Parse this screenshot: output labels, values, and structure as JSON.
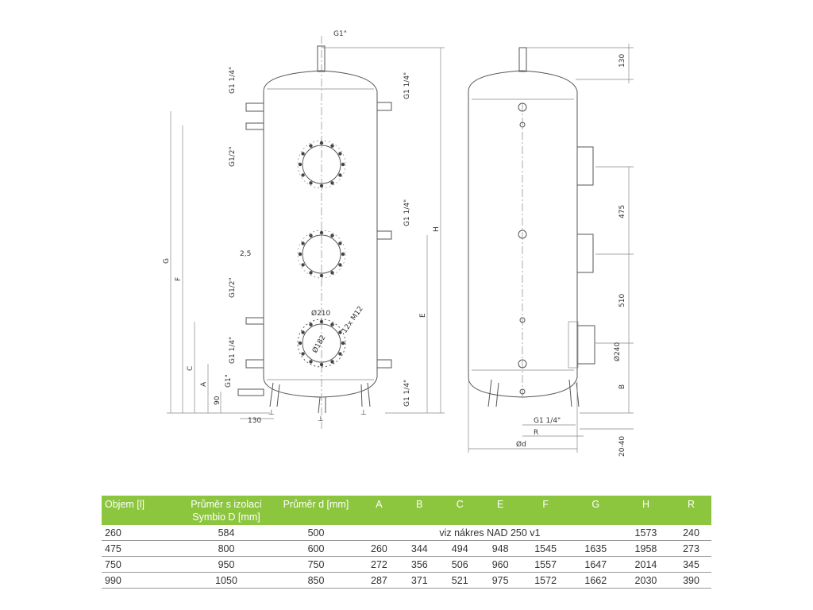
{
  "drawing": {
    "left_view": {
      "labels": {
        "g1_top": "G1\"",
        "g114_left_top": "G1 1/4\"",
        "g114_right_top": "G1 1/4\"",
        "g12_left_top": "G1/2\"",
        "g114_right_mid": "G1 1/4\"",
        "dim_25": "2,5",
        "g12_left_mid": "G1/2\"",
        "g114_left_low": "G1 1/4\"",
        "g1_left_low": "G1\"",
        "g114_right_low": "G1 1/4\"",
        "d210": "Ø210",
        "d182": "Ø182",
        "m12": "12x M12",
        "H": "H",
        "G": "G",
        "F": "F",
        "E": "E",
        "C": "C",
        "A": "A",
        "dim_90": "90",
        "dim_130": "130"
      }
    },
    "right_view": {
      "labels": {
        "dim_130": "130",
        "dim_475": "475",
        "dim_510": "510",
        "d240": "Ø240",
        "B": "B",
        "g114": "G1 1/4\"",
        "R": "R",
        "d": "Ød",
        "dim_2040": "20-40"
      }
    }
  },
  "table": {
    "headers": [
      "Objem [l]",
      "Průměr s izolací Symbio D [mm]",
      "Průměr d [mm]",
      "A",
      "B",
      "C",
      "E",
      "F",
      "G",
      "H",
      "R"
    ],
    "note": "viz nákres NAD 250 v1",
    "rows": [
      {
        "objem": "260",
        "d_iso": "584",
        "d": "500",
        "note": "viz nákres NAD 250 v1",
        "H": "1573",
        "R": "240"
      },
      {
        "cells": [
          "475",
          "800",
          "600",
          "260",
          "344",
          "494",
          "948",
          "1545",
          "1635",
          "1958",
          "273"
        ]
      },
      {
        "cells": [
          "750",
          "950",
          "750",
          "272",
          "356",
          "506",
          "960",
          "1557",
          "1647",
          "2014",
          "345"
        ]
      },
      {
        "cells": [
          "990",
          "1050",
          "850",
          "287",
          "371",
          "521",
          "975",
          "1572",
          "1662",
          "2030",
          "390"
        ]
      }
    ]
  }
}
